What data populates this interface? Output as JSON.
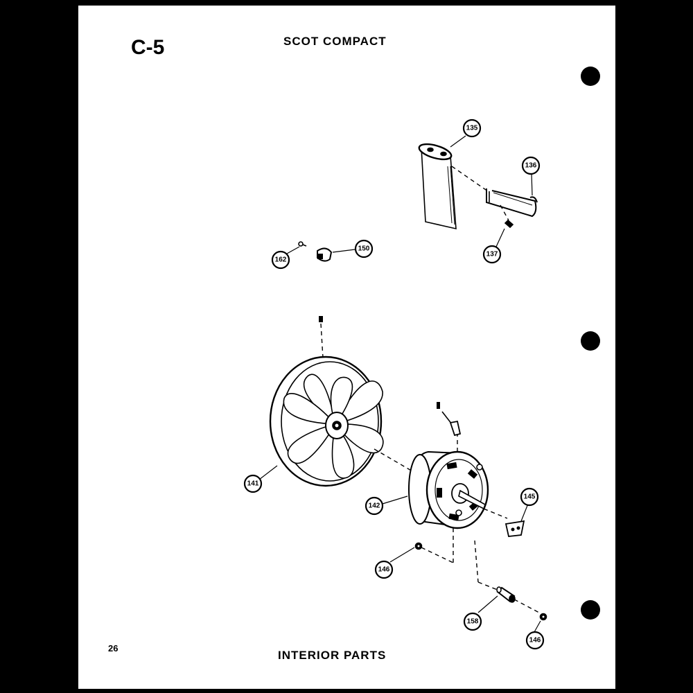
{
  "header": {
    "section_code": "C-5",
    "title": "SCOT COMPACT"
  },
  "footer": {
    "page_number": "26",
    "title": "INTERIOR PARTS"
  },
  "callouts": {
    "c135": "135",
    "c136": "136",
    "c137": "137",
    "c141": "141",
    "c142": "142",
    "c145": "145",
    "c146a": "146",
    "c146b": "146",
    "c150": "150",
    "c158": "158",
    "c162": "162"
  }
}
